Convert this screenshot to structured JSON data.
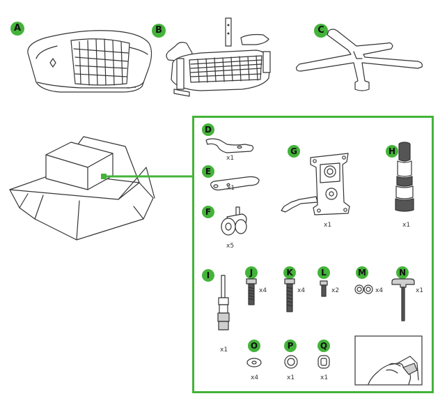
{
  "parts": {
    "A": {
      "letter": "A"
    },
    "B": {
      "letter": "B"
    },
    "C": {
      "letter": "C"
    },
    "D": {
      "letter": "D",
      "qty": "x1"
    },
    "E": {
      "letter": "E",
      "qty": "x1"
    },
    "F": {
      "letter": "F",
      "qty": "x5"
    },
    "G": {
      "letter": "G",
      "qty": "x1"
    },
    "H": {
      "letter": "H",
      "qty": "x1"
    },
    "I": {
      "letter": "I",
      "qty": "x1"
    },
    "J": {
      "letter": "J",
      "qty": "x4"
    },
    "K": {
      "letter": "K",
      "qty": "x4"
    },
    "L": {
      "letter": "L",
      "qty": "x2"
    },
    "M": {
      "letter": "M",
      "qty": "x4"
    },
    "N": {
      "letter": "N",
      "qty": "x1"
    },
    "O": {
      "letter": "O",
      "qty": "x4"
    },
    "P": {
      "letter": "P",
      "qty": "x1"
    },
    "Q": {
      "letter": "Q",
      "qty": "x1"
    }
  },
  "colors": {
    "accent": "#44b33a",
    "line": "#333333"
  },
  "icons": {
    "A": "chair-backrest-icon",
    "B": "chair-seat-with-armrests-icon",
    "C": "five-star-base-icon",
    "box": "open-box-icon",
    "peel": "peel-film-icon"
  }
}
